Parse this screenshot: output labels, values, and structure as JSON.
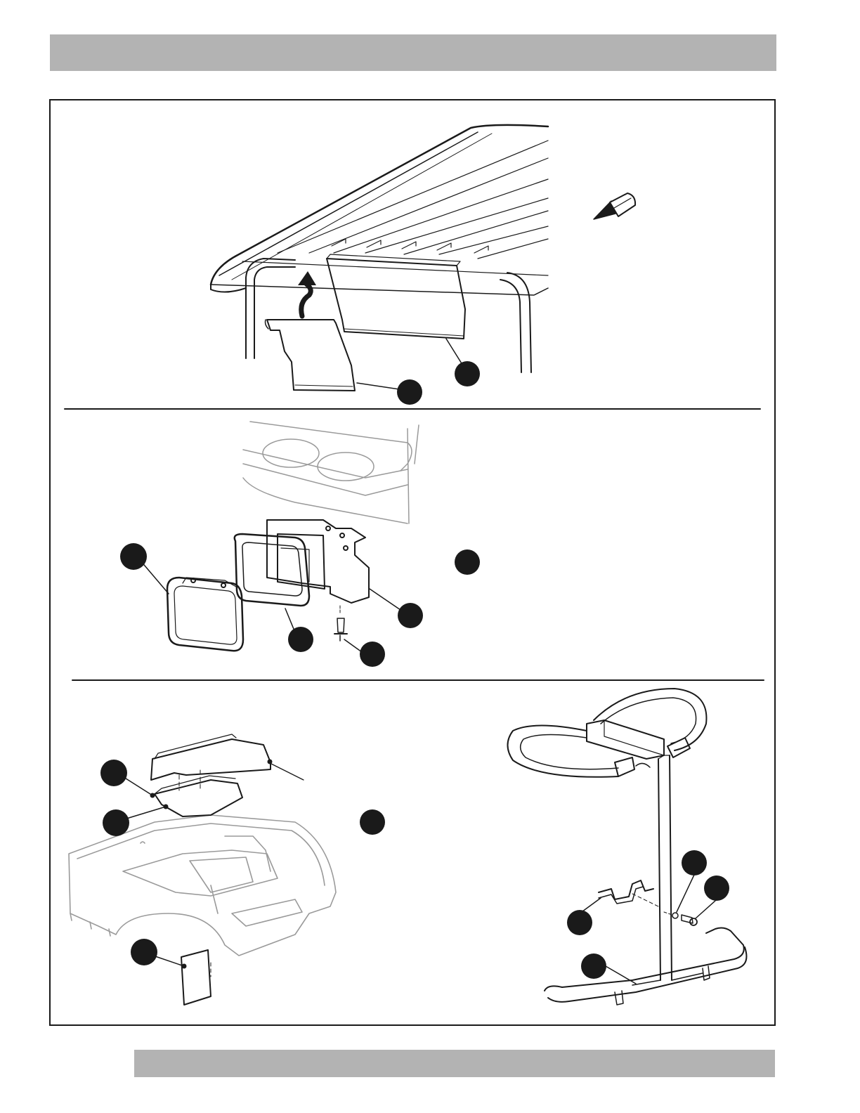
{
  "page": {
    "header_bar": "",
    "footer_bar": ""
  },
  "colors": {
    "bar_gray": "#b3b3b3",
    "line": "#1a1a1a",
    "callout": "#1a1a1a"
  },
  "icons": [
    "pencil-note-icon"
  ],
  "callouts": [
    "callout-top-1",
    "callout-top-2",
    "callout-mid-1",
    "callout-mid-2",
    "callout-mid-3",
    "callout-mid-4",
    "callout-mid-step",
    "callout-bot-1",
    "callout-bot-2",
    "callout-bot-3",
    "callout-bot-step",
    "callout-bot-4",
    "callout-bot-5",
    "callout-bot-6",
    "callout-bot-7"
  ]
}
